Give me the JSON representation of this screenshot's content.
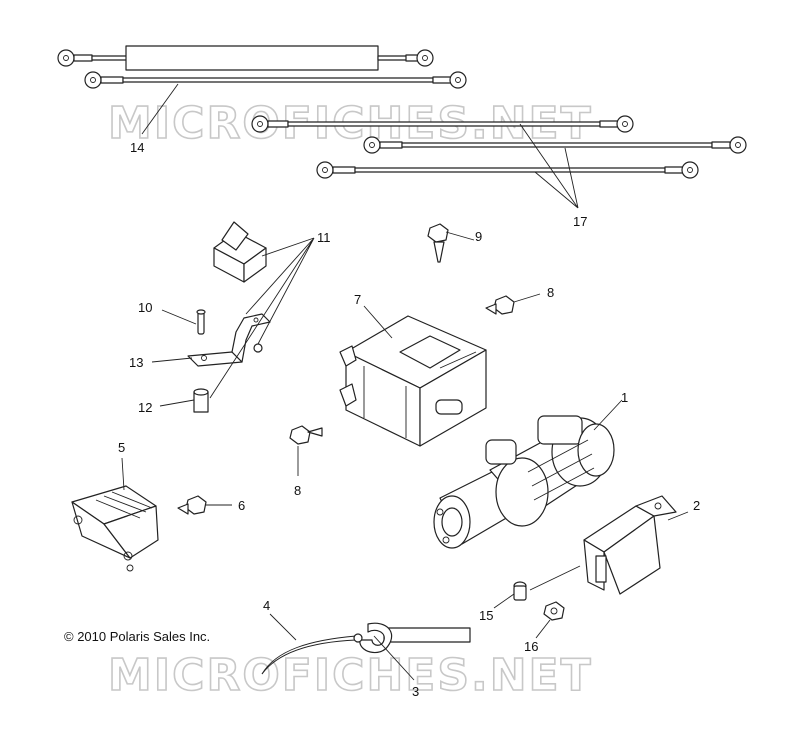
{
  "watermark": {
    "text": "MICROFICHES.NET"
  },
  "copyright": "© 2010 Polaris Sales Inc.",
  "callouts": [
    {
      "id": "14",
      "text": "14"
    },
    {
      "id": "17",
      "text": "17"
    },
    {
      "id": "11",
      "text": "11"
    },
    {
      "id": "9",
      "text": "9"
    },
    {
      "id": "8a",
      "text": "8"
    },
    {
      "id": "10",
      "text": "10"
    },
    {
      "id": "7",
      "text": "7"
    },
    {
      "id": "13",
      "text": "13"
    },
    {
      "id": "12",
      "text": "12"
    },
    {
      "id": "1",
      "text": "1"
    },
    {
      "id": "5",
      "text": "5"
    },
    {
      "id": "8b",
      "text": "8"
    },
    {
      "id": "6",
      "text": "6"
    },
    {
      "id": "2",
      "text": "2"
    },
    {
      "id": "15",
      "text": "15"
    },
    {
      "id": "4",
      "text": "4"
    },
    {
      "id": "16",
      "text": "16"
    },
    {
      "id": "3",
      "text": "3"
    }
  ]
}
